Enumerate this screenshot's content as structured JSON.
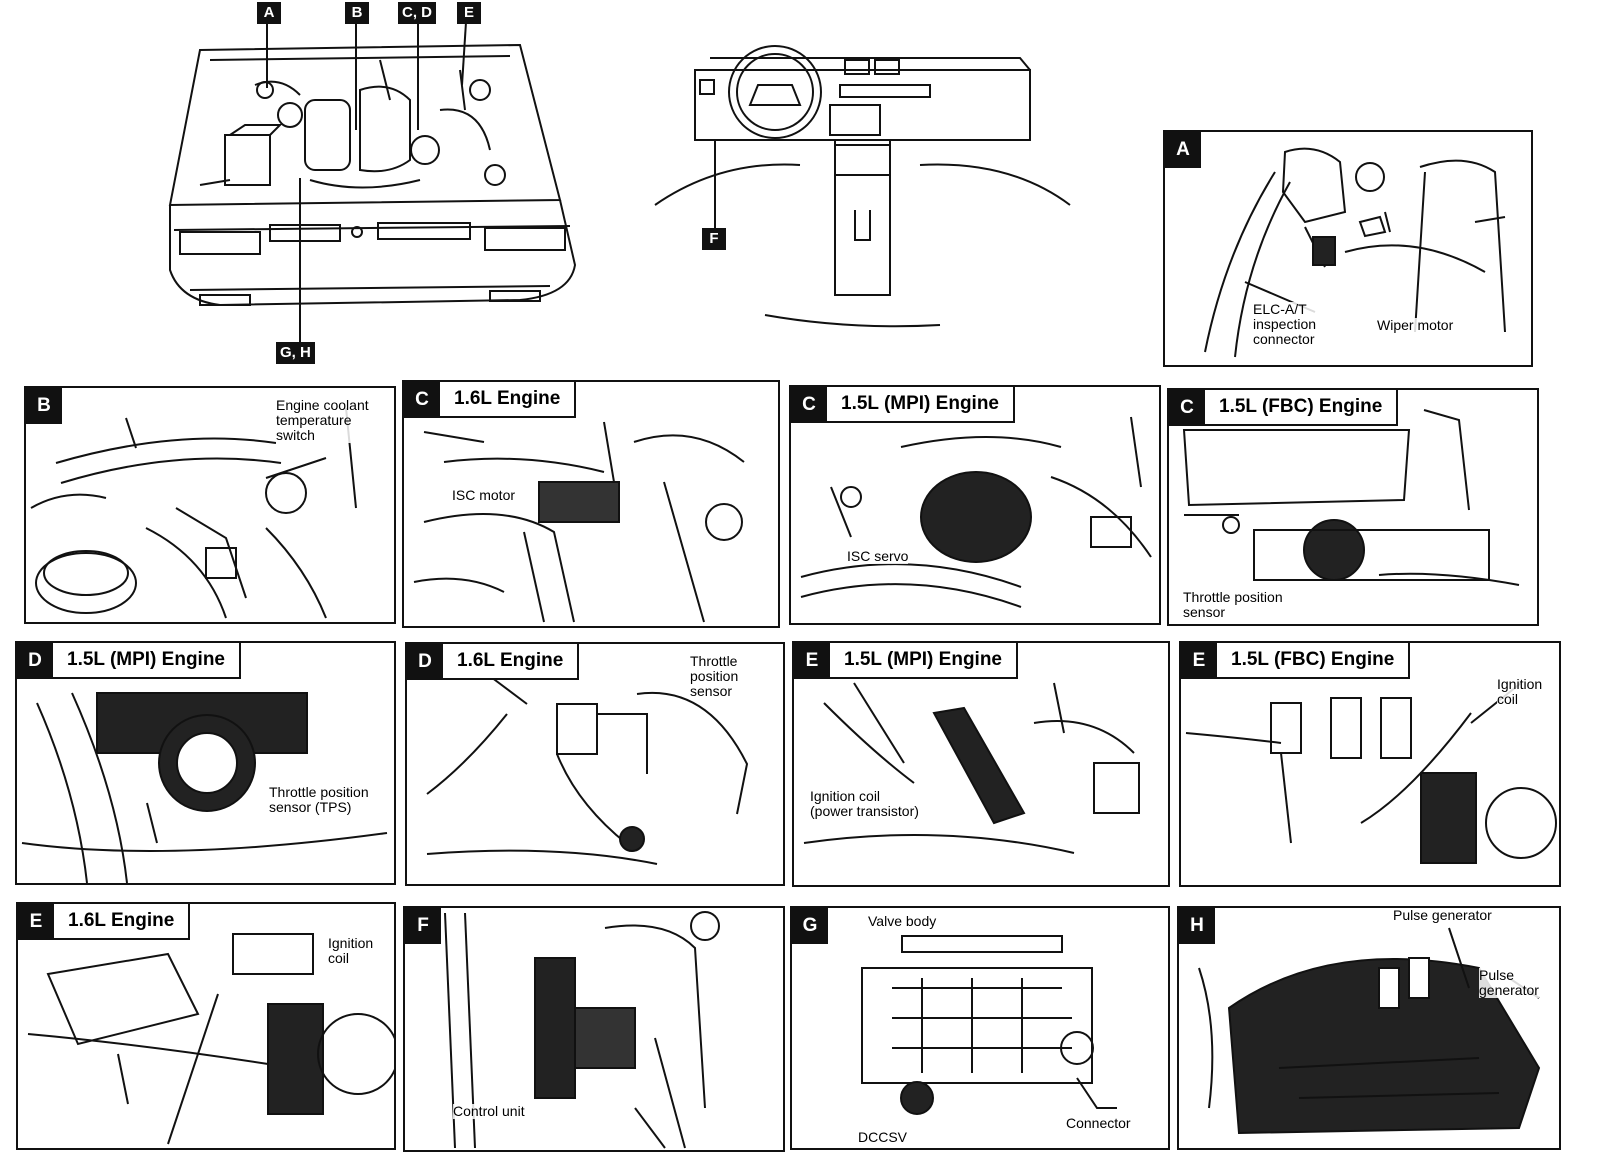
{
  "overview": {
    "tags": [
      "A",
      "B",
      "C, D",
      "E",
      "G, H",
      "F"
    ]
  },
  "panels": {
    "A": {
      "letter": "A",
      "labels": [
        "ELC-A/T\ninspection\nconnector",
        "Wiper motor"
      ]
    },
    "B": {
      "letter": "B",
      "labels": [
        "Engine coolant\ntemperature\nswitch"
      ]
    },
    "C1": {
      "letter": "C",
      "engine": "1.6L  Engine",
      "labels": [
        "ISC motor"
      ]
    },
    "C2": {
      "letter": "C",
      "engine": "1.5L  (MPI)  Engine",
      "labels": [
        "ISC servo"
      ]
    },
    "C3": {
      "letter": "C",
      "engine": "1.5L  (FBC)  Engine",
      "labels": [
        "Throttle position\nsensor"
      ]
    },
    "D1": {
      "letter": "D",
      "engine": "1.5L  (MPI)  Engine",
      "labels": [
        "Throttle position\nsensor (TPS)"
      ]
    },
    "D2": {
      "letter": "D",
      "engine": "1.6L  Engine",
      "labels": [
        "Throttle\nposition\nsensor"
      ]
    },
    "E1": {
      "letter": "E",
      "engine": "1.5L  (MPI)  Engine",
      "labels": [
        "Ignition coil\n(power transistor)"
      ]
    },
    "E2": {
      "letter": "E",
      "engine": "1.5L  (FBC)  Engine",
      "labels": [
        "Ignition\ncoil"
      ]
    },
    "E3": {
      "letter": "E",
      "engine": "1.6L  Engine",
      "labels": [
        "Ignition\ncoil"
      ]
    },
    "F": {
      "letter": "F",
      "labels": [
        "Control unit"
      ]
    },
    "G": {
      "letter": "G",
      "labels": [
        "Valve body",
        "DCCSV",
        "Connector"
      ]
    },
    "H": {
      "letter": "H",
      "labels": [
        "Pulse generator",
        "Pulse\ngenerator"
      ]
    }
  }
}
